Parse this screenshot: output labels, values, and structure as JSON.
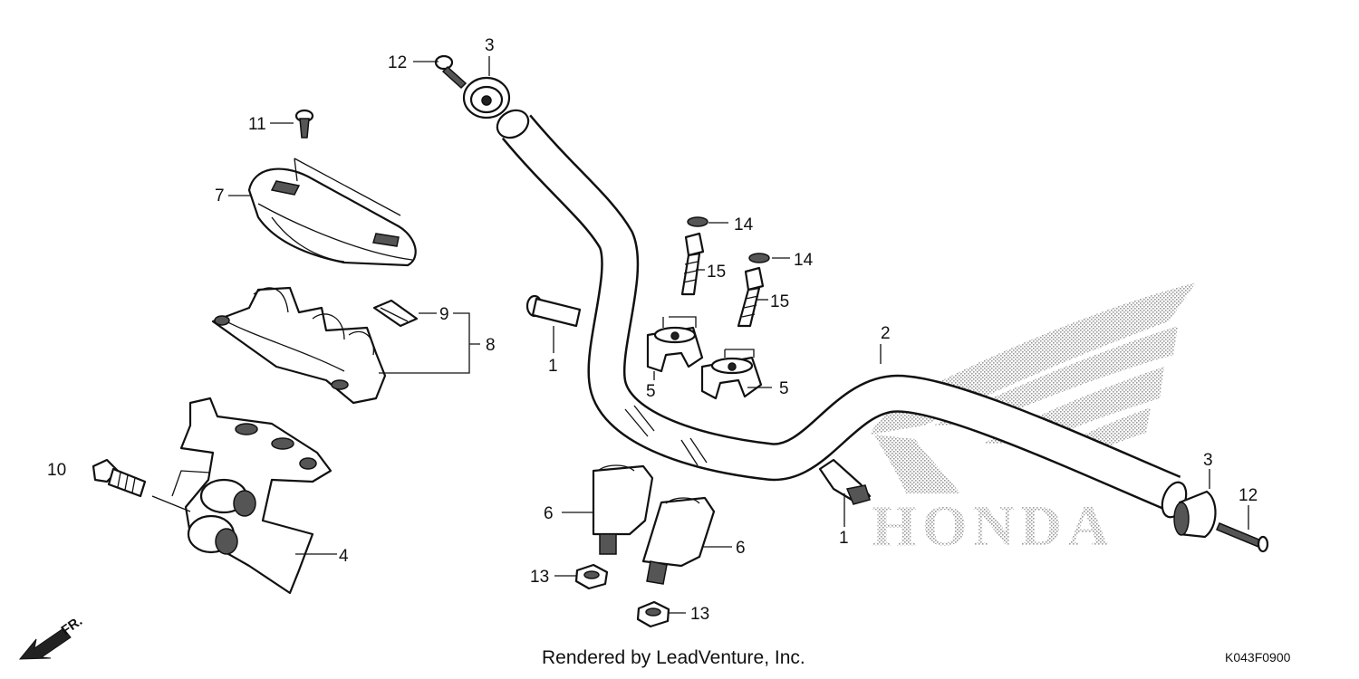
{
  "callouts": {
    "c1a": "1",
    "c1b": "1",
    "c2": "2",
    "c3a": "3",
    "c3b": "3",
    "c4": "4",
    "c5a": "5",
    "c5b": "5",
    "c6a": "6",
    "c6b": "6",
    "c7": "7",
    "c8": "8",
    "c9": "9",
    "c10": "10",
    "c11": "11",
    "c12a": "12",
    "c12b": "12",
    "c13a": "13",
    "c13b": "13",
    "c14a": "14",
    "c14b": "14",
    "c15a": "15",
    "c15b": "15"
  },
  "fr_label": "FR.",
  "watermark": "HONDA",
  "footer": "Rendered by LeadVenture, Inc.",
  "diagram_code": "K043F0900"
}
